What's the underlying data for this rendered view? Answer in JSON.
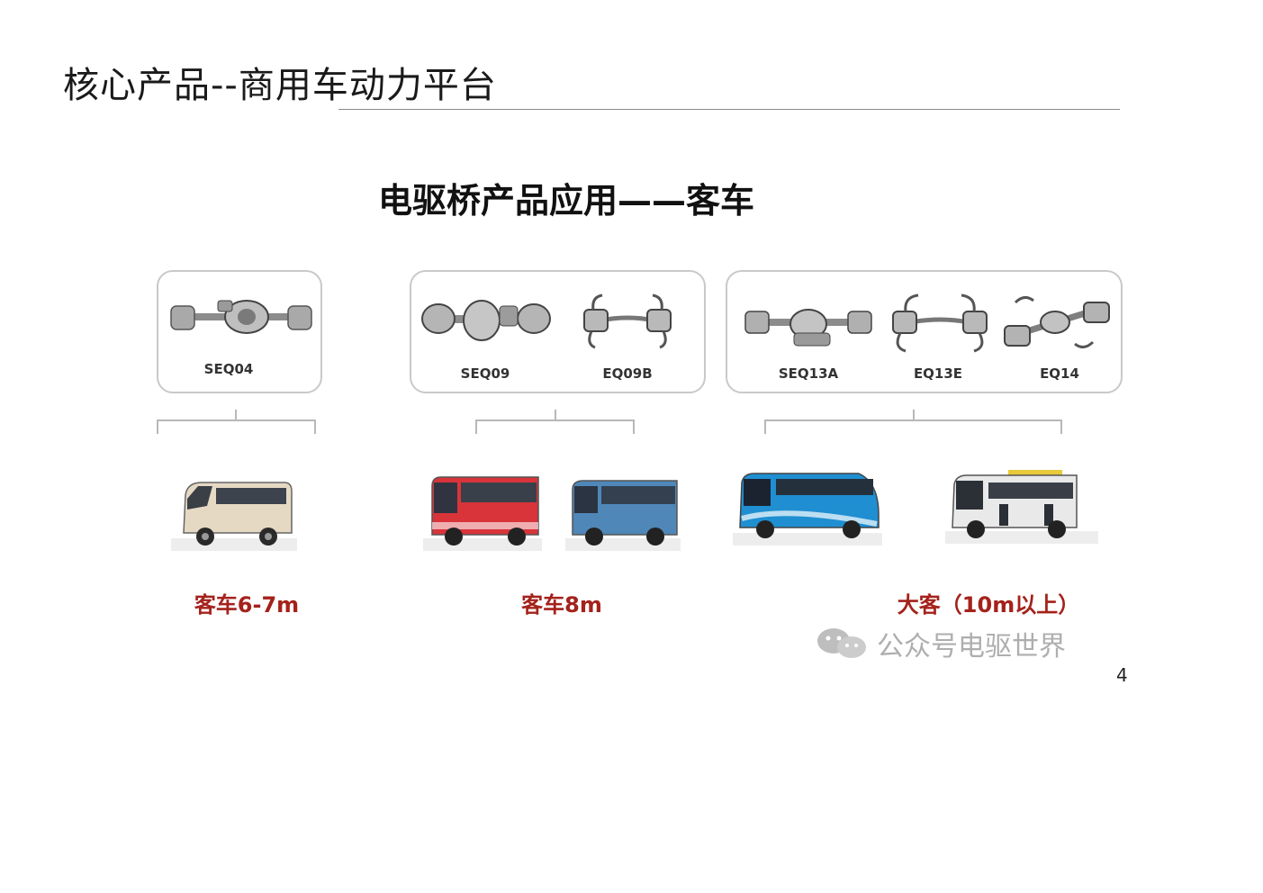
{
  "slide": {
    "title": "核心产品--商用车动力平台",
    "heading": "电驱桥产品应用——客车",
    "page_number": "4"
  },
  "groups": [
    {
      "models": [
        "SEQ04"
      ]
    },
    {
      "models": [
        "SEQ09",
        "EQ09B"
      ]
    },
    {
      "models": [
        "SEQ13A",
        "EQ13E",
        "EQ14"
      ]
    }
  ],
  "categories": [
    "客车6-7m",
    "客车8m",
    "大客（10m以上）"
  ],
  "buses": [
    {
      "color": "#e6d9c4",
      "kind": "minibus"
    },
    {
      "color": "#d8343a",
      "kind": "city-bus"
    },
    {
      "color": "#4f87b8",
      "kind": "city-bus"
    },
    {
      "color": "#1f8fd2",
      "kind": "articulated-bus"
    },
    {
      "color": "#e9e9e9",
      "kind": "articulated-bus"
    }
  ],
  "watermark": {
    "text": "公众号电驱世界",
    "icon": "wechat-icon"
  },
  "colors": {
    "accent": "#a4221b",
    "box_border": "#c9c9c9",
    "rule": "#8a8a8a"
  }
}
